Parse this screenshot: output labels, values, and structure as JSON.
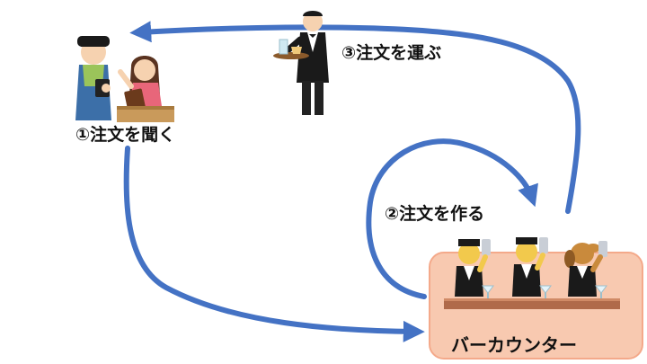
{
  "steps": {
    "take_order": "①注文を聞く",
    "make_order": "②注文を作る",
    "deliver_order": "③注文を運ぶ"
  },
  "counter": {
    "label": "バーカウンター"
  },
  "colors": {
    "arrow": "#4472C4",
    "counter_fill": "#F8C9B0",
    "counter_stroke": "#F4A98A",
    "counter_top": "#B06A4A"
  }
}
